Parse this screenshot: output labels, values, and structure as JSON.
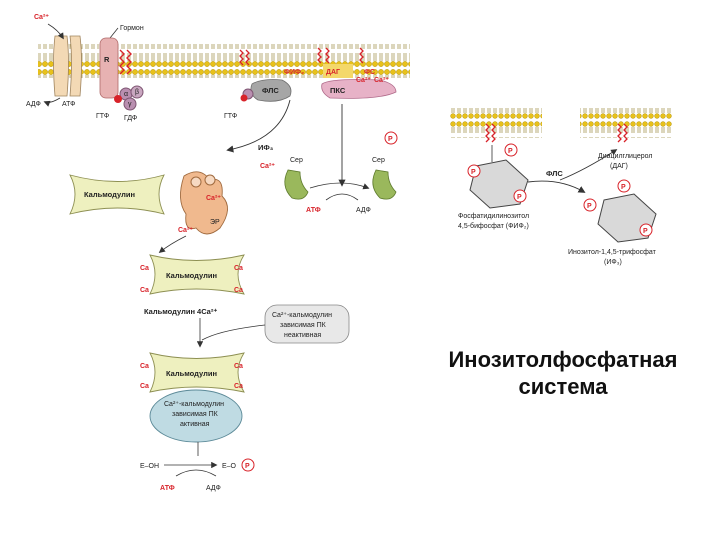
{
  "title": {
    "line1": "Инозитолфосфатная",
    "line2": "система"
  },
  "left_diagram": {
    "ca_top": "Ca²⁺",
    "hormone": "Гормон",
    "receptor": "R",
    "alpha": "α",
    "beta": "β",
    "gamma": "γ",
    "adp": "АДФ",
    "atp": "АТФ",
    "gtp": "ГТФ",
    "gdp": "ГДФ",
    "gtp2": "ГТФ",
    "pip2": "ФИФ₂",
    "dag": "ДАГ",
    "ps": "ФС",
    "plc": "ФЛС",
    "pkc": "ПКС",
    "ca_pkc": "Ca²⁺",
    "ca_pkc2": "Ca²⁺",
    "ip3": "ИФ₃",
    "ca_cyt": "Ca²⁺",
    "ser_left": "Сер",
    "ser_right": "Сер",
    "p_badge": "P",
    "atp_red": "АТФ",
    "adp_dark": "АДФ",
    "calmodulin1": "Кальмодулин",
    "er": "ЭР",
    "ca_er": "Ca²⁺",
    "ca_release": "Ca²⁺",
    "calmodulin2": "Кальмодулин",
    "ca_site": "Ca",
    "cal4ca": "Кальмодулин 4Ca²⁺",
    "inactive_box": [
      "Ca²⁺-кальмодулин",
      "зависимая ПК",
      "неактивная"
    ],
    "calmodulin3": "Кальмодулин",
    "active_box": [
      "Ca²⁺-кальмодулин",
      "зависимая ПК",
      "активная"
    ],
    "e_oh": "E–OH",
    "e_op": "E–O",
    "atp_bottom": "АТФ",
    "adp_bottom": "АДФ"
  },
  "right_diagram": {
    "p_badge": "P",
    "plc": "ФЛС",
    "dag_line1": "Диацилглицерол",
    "dag_line2": "(ДАГ)",
    "pip2_line1": "Фосфатидилинозитол",
    "pip2_line2": "4,5-бифосфат (ФИФ₂)",
    "ip3_line1": "Инозитол-1,4,5-трифосфат",
    "ip3_line2": "(ИФ₃)"
  }
}
